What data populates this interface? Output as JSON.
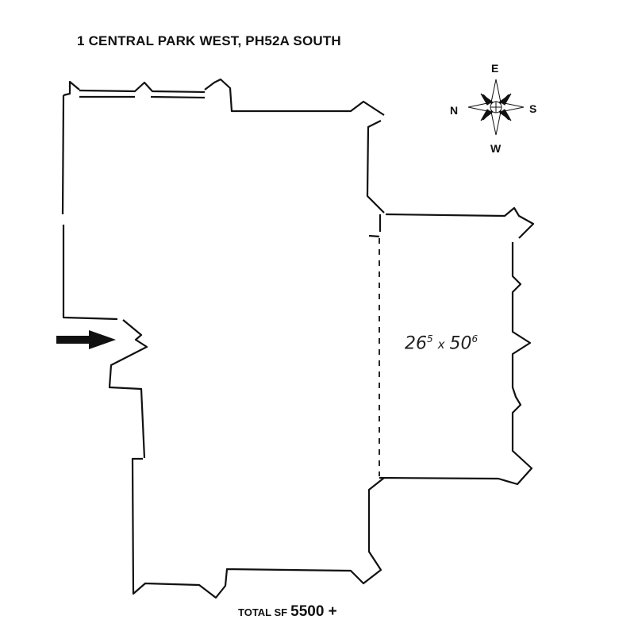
{
  "title": "1 CENTRAL PARK WEST, PH52A SOUTH",
  "room_dimensions": {
    "width_main": "26",
    "width_sup": "5",
    "separator": "x",
    "length_main": "50",
    "length_sup": "6"
  },
  "compass": {
    "north": "N",
    "east": "E",
    "south": "S",
    "west": "W"
  },
  "total": {
    "label": "TOTAL SF",
    "value": "5500 +"
  }
}
